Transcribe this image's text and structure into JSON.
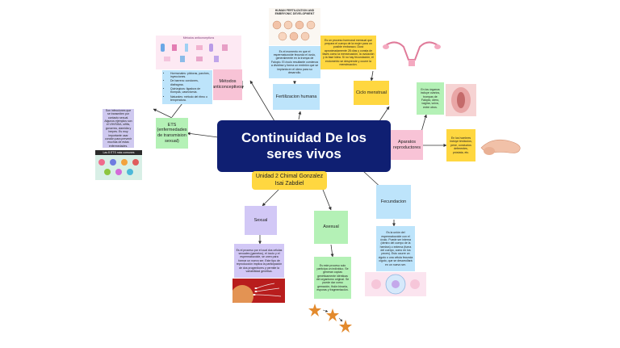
{
  "central": {
    "title": "Continuidad De los seres vivos",
    "subtitle": "Unidad 2 Chimal Gonzalez Isai Zabdiel"
  },
  "nodes": {
    "fertilizacion": "Fertilizacion humana",
    "fertilizacion_desc": "Es el momento en que el espermatozoide fecunda el óvulo, generalmente en la trompa de Falopio. El óvulo resultante comienza a dividirse y forma un embrión que se implanta en el útero para su desarrollo.",
    "fertilizacion_img_title": "HUMAN FERTILIZATION AND EMBRYONIC DEVELOPMENT",
    "metodos": "Métodos anticonceptivos",
    "metodos_img_title": "Métodos anticonceptivos",
    "metodos_list": [
      "Hormonales: píldoras, parches, inyecciones.",
      "De barrera: condones, diafragma.",
      "Quirúrgicos: ligadura de trompas, vasectomía.",
      "Naturales: método del ritmo o temperatura."
    ],
    "ets": "ETS (enfermedades de transmision sexual)",
    "ets_desc": "Son infecciones que se transmiten por contacto sexual. Algunos ejemplos son el VIH/SIDA, sífilis, gonorrea, clamidia y herpes. Es muy importante usar condón para prevenir muchas de estas enfermedades.",
    "ets_img_title": "Las 8 ETS más comunes",
    "ciclo": "Ciclo menstrual",
    "ciclo_desc": "Es un proceso hormonal mensual que prepara el cuerpo de la mujer para un posible embarazo. Dura aproximadamente 28 días y consta de fases como la menstruación, la ovulación y la fase lútea. Si no hay fecundación, el endometrio se desprende y ocurre la menstruación.",
    "aparatos": "Aparatos reproductores",
    "aparato_fem_desc": "En los órganos incluye ovarios, trompas de Falopio, útero, vagina, vulva, entre otros.",
    "aparato_masc_desc": "En los hombres incluye testículos, pene, conductos deferentes, próstata, etc.",
    "sexual": "Sexual",
    "sexual_desc": "Es el proceso por el cual dos células sexuales (gametos), el óvulo y el espermatozoide, se unen para formar un nuevo ser. Este tipo de reproducción implica la participación de dos progenitores y permite la variabilidad genética.",
    "asexual": "Asexual",
    "asexual_desc": "Es este proceso solo participa un individuo. Se generan copias genéticamente idénticas del organismo original. Se puede dar como gemación, fisión binaria, esporas y fragmentación.",
    "fecundacion": "Fecundacion",
    "fecundacion_desc": "Es la unión del espermatozoide con el óvulo. Puede ser interna (dentro del cuerpo de la hembra) o externa (fuera del cuerpo, como en los peces). Esto ocurre un cigoto o una célula fecunda cigoto, que se desarrollará en un nuevo ser."
  },
  "colors": {
    "central": "#0f1f72",
    "yellow": "#ffd740",
    "blue": "#bde4fb",
    "green": "#b4f1b6",
    "purple": "#d2c8f6",
    "pink": "#f8c3d6",
    "connector": "#333333"
  }
}
